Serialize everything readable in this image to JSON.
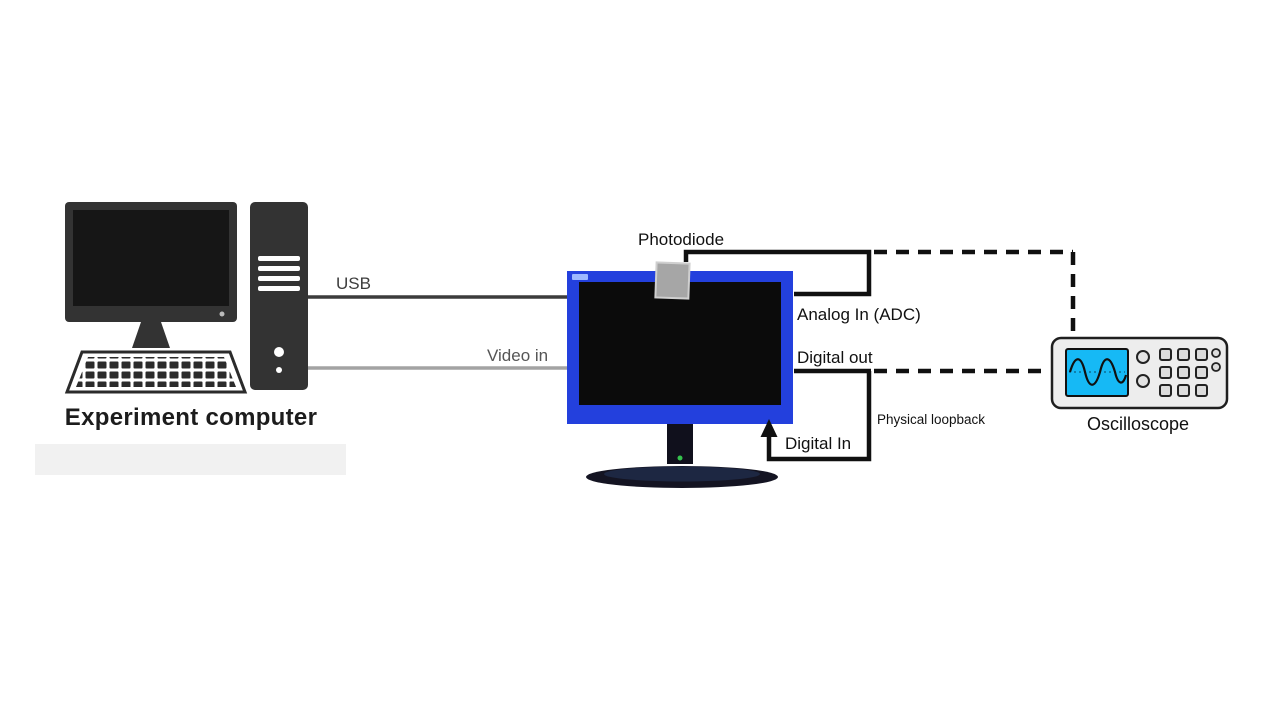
{
  "nodes": {
    "experiment_computer": {
      "label": "Experiment computer"
    },
    "photodiode": {
      "label": "Photodiode"
    },
    "oscilloscope": {
      "label": "Oscilloscope"
    }
  },
  "connections": {
    "usb": {
      "label": "USB",
      "style": "solid-dark"
    },
    "video_in": {
      "label": "Video in",
      "style": "solid-gray"
    },
    "analog_in": {
      "label": "Analog In (ADC)",
      "style": "solid-then-dashed"
    },
    "digital_out": {
      "label": "Digital out",
      "style": "solid-then-dashed"
    },
    "digital_in": {
      "label": "Digital In",
      "style": "solid-arrow"
    },
    "physical_loopback": {
      "label": "Physical loopback",
      "style": "solid"
    }
  },
  "colors": {
    "monitor_bezel": "#2340dd",
    "scope_screen": "#16b9f5",
    "computer_body": "#333333",
    "solid_wire": "#101010",
    "usb_cable": "#3c3c3c",
    "video_cable": "#a3a3a3",
    "photodiode_fill": "#a6a6a6",
    "highlight_box": "#f1f1f1"
  }
}
